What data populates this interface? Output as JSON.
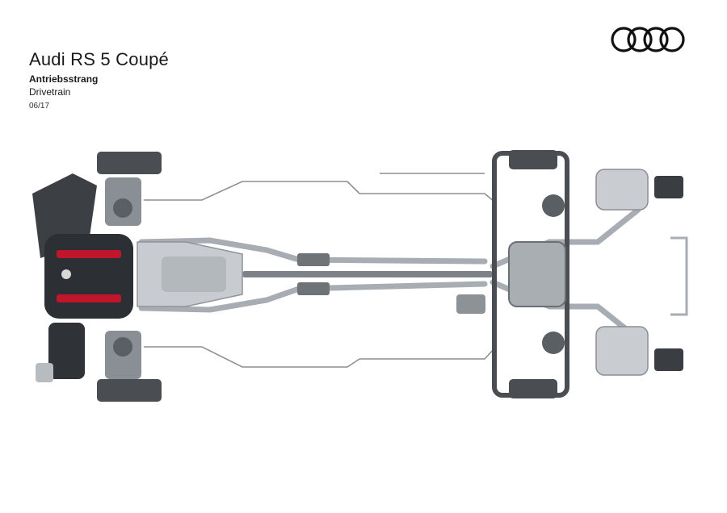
{
  "header": {
    "title": "Audi RS 5 Coupé",
    "subtitle_de": "Antriebsstrang",
    "subtitle_en": "Drivetrain",
    "date": "06/17"
  },
  "brand": {
    "logo_icon": "audi-four-rings-logo",
    "logo_color": "#111111"
  },
  "illustration": {
    "subject": "drivetrain-cutaway-top-view",
    "accent_color": "#c0162b",
    "metal_color": "#9aa0a6"
  }
}
